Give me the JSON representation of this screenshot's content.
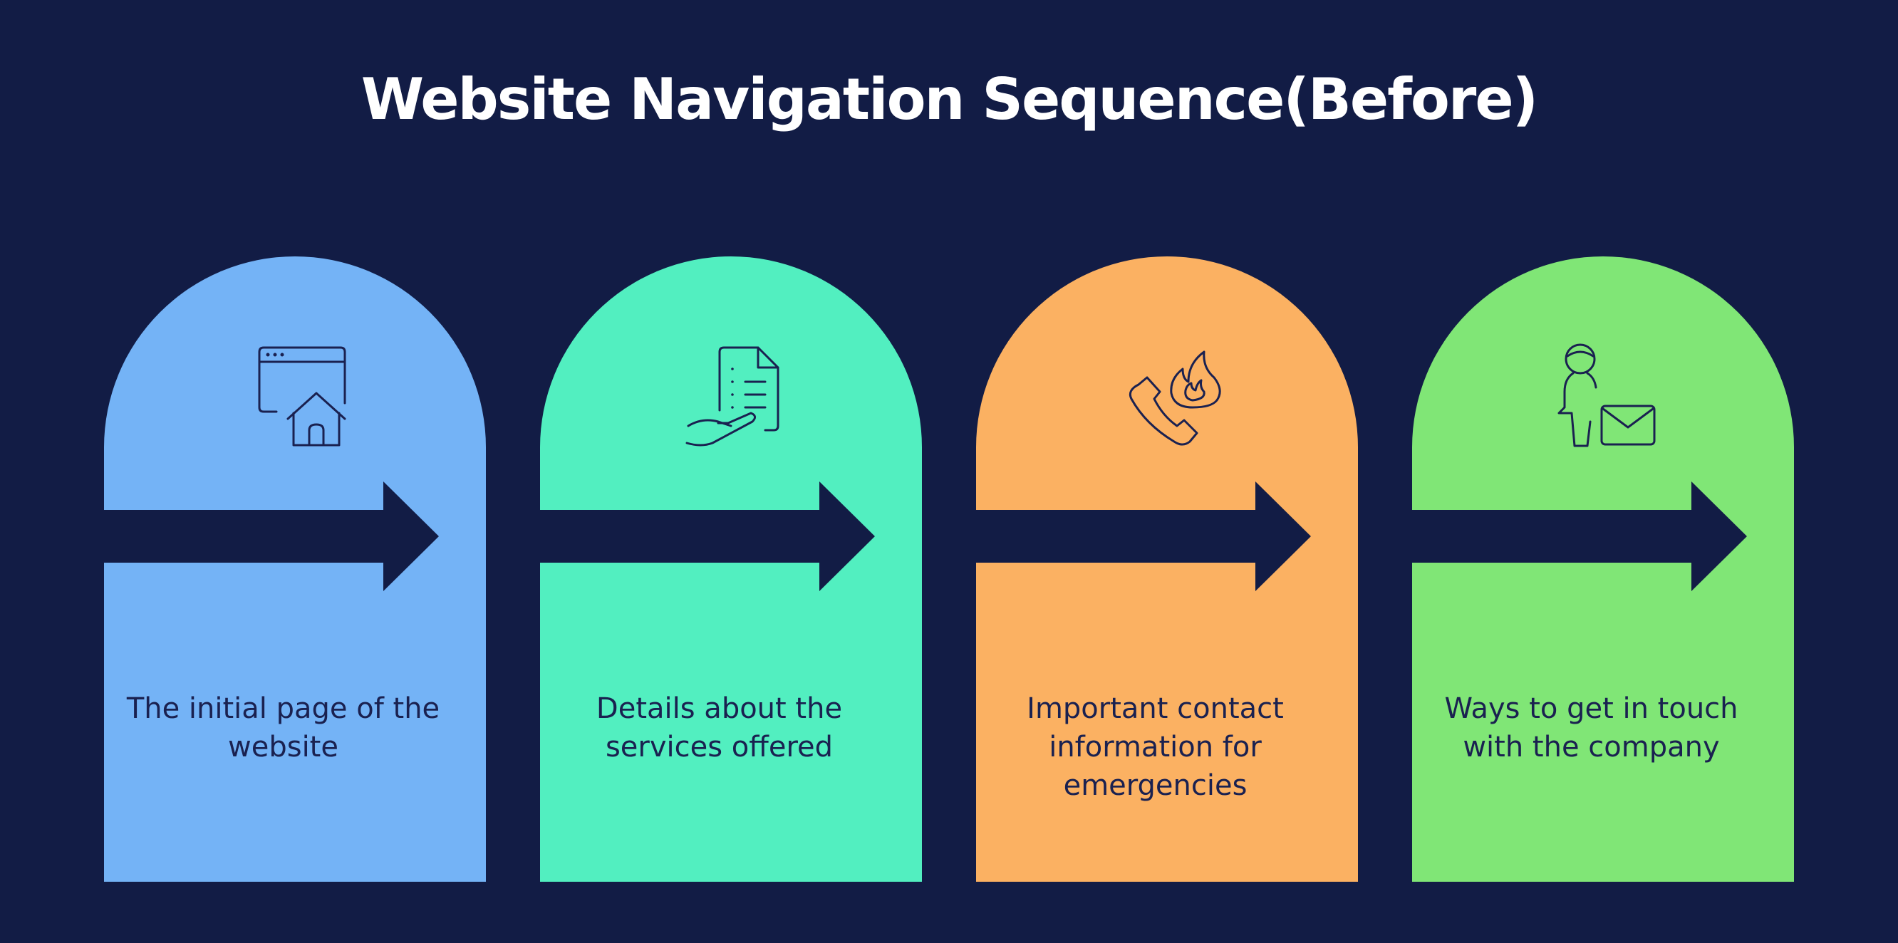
{
  "title": "Website Navigation Sequence(Before)",
  "colors": {
    "background": "#121c45",
    "ink": "#1a2150"
  },
  "steps": [
    {
      "icon": "browser-home-icon",
      "color": "#74b3f6",
      "text": "The initial page of the website"
    },
    {
      "icon": "document-hand-icon",
      "color": "#52efc0",
      "text": "Details about the services offered"
    },
    {
      "icon": "emergency-phone-icon",
      "color": "#fbb162",
      "text": "Important contact information for emergencies"
    },
    {
      "icon": "contact-mail-icon",
      "color": "#80e676",
      "text": "Ways to get in touch with the company"
    }
  ]
}
